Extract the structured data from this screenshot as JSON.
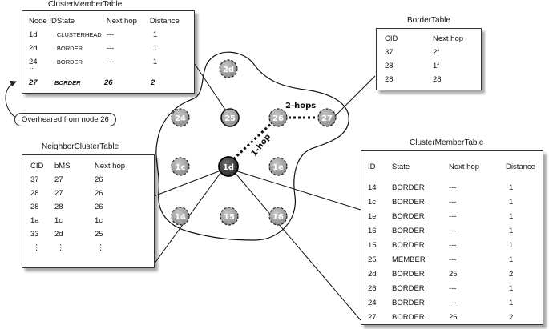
{
  "top_table": {
    "title": "ClusterMemberTable",
    "headers": [
      "Node ID",
      "State",
      "Next hop",
      "Distance"
    ],
    "rows": [
      [
        "1d",
        "CLUSTERHEAD",
        "---",
        "1"
      ],
      [
        "2d",
        "BORDER",
        "---",
        "1"
      ],
      [
        "24",
        "BORDER",
        "---",
        "1"
      ],
      [
        "27",
        "BORDER",
        "26",
        "2"
      ]
    ],
    "ellipsis": "..."
  },
  "border_table": {
    "title": "BorderTable",
    "headers": [
      "CID",
      "Next hop"
    ],
    "rows": [
      [
        "37",
        "2f"
      ],
      [
        "28",
        "1f"
      ],
      [
        "28",
        "28"
      ]
    ]
  },
  "neighbor_table": {
    "title": "NeighborClusterTable",
    "headers": [
      "CID",
      "bMS",
      "Next hop"
    ],
    "rows": [
      [
        "37",
        "27",
        "26"
      ],
      [
        "28",
        "27",
        "26"
      ],
      [
        "28",
        "28",
        "26"
      ],
      [
        "1a",
        "1c",
        "1c"
      ],
      [
        "33",
        "2d",
        "25"
      ],
      [
        "⋮",
        "⋮",
        "⋮"
      ]
    ]
  },
  "right_table": {
    "title": "ClusterMemberTable",
    "headers": [
      "ID",
      "State",
      "Next hop",
      "Distance"
    ],
    "rows": [
      [
        "14",
        "BORDER",
        "---",
        "1"
      ],
      [
        "1c",
        "BORDER",
        "---",
        "1"
      ],
      [
        "1e",
        "BORDER",
        "---",
        "1"
      ],
      [
        "16",
        "BORDER",
        "---",
        "1"
      ],
      [
        "15",
        "BORDER",
        "---",
        "1"
      ],
      [
        "25",
        "MEMBER",
        "---",
        "1"
      ],
      [
        "2d",
        "BORDER",
        "25",
        "2"
      ],
      [
        "26",
        "BORDER",
        "---",
        "1"
      ],
      [
        "24",
        "BORDER",
        "---",
        "1"
      ],
      [
        "27",
        "BORDER",
        "26",
        "2"
      ]
    ]
  },
  "callout": "Overheared from node 26",
  "nodes": [
    "2d",
    "24",
    "25",
    "26",
    "27",
    "1c",
    "1d",
    "1e",
    "14",
    "15",
    "16"
  ],
  "edge_labels": {
    "one_hop": "1-hop",
    "two_hops": "2-hops"
  }
}
